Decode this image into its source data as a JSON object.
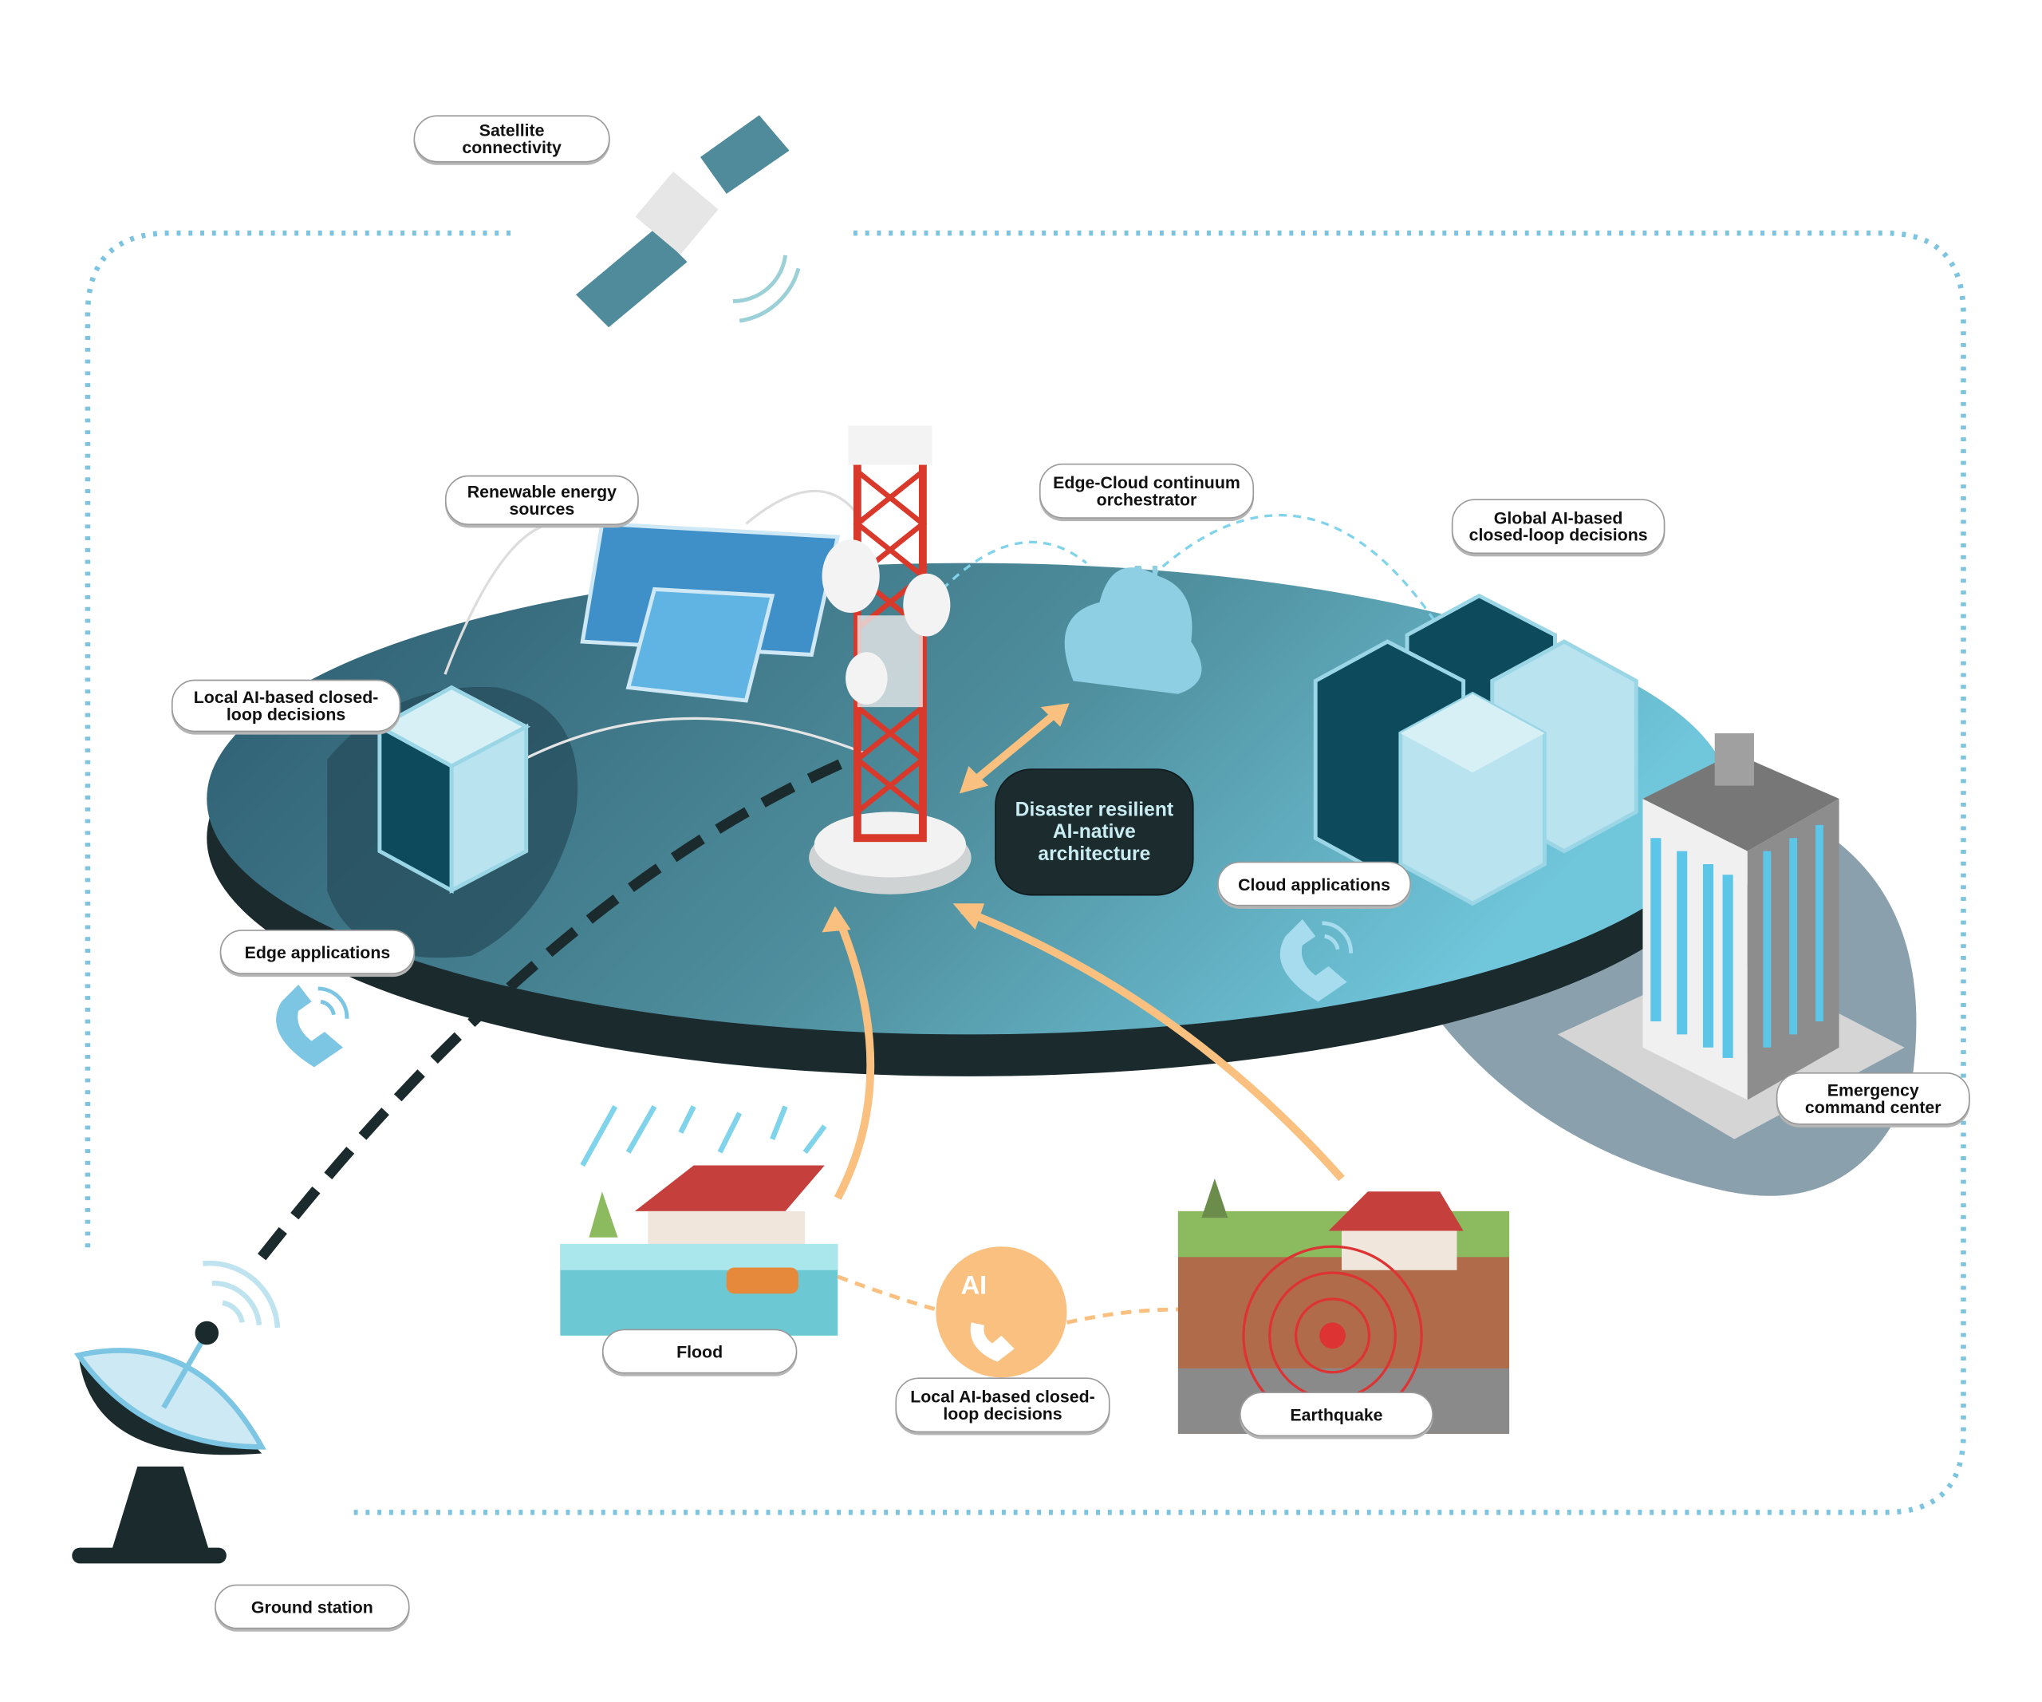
{
  "labels": {
    "satellite": [
      "Satellite",
      "connectivity"
    ],
    "renewable": [
      "Renewable energy",
      "sources"
    ],
    "orchestrator": [
      "Edge-Cloud continuum",
      "orchestrator"
    ],
    "global_ai": [
      "Global AI-based",
      "closed-loop decisions"
    ],
    "local_ai_edge": [
      "Local AI-based closed-",
      "loop decisions"
    ],
    "edge_apps": [
      "Edge applications"
    ],
    "cloud_apps": [
      "Cloud applications"
    ],
    "emergency": [
      "Emergency",
      "command center"
    ],
    "flood": [
      "Flood"
    ],
    "local_ai_disaster": [
      "Local AI-based closed-",
      "loop decisions"
    ],
    "earthquake": [
      "Earthquake"
    ],
    "ground_station": [
      "Ground station"
    ]
  },
  "core": [
    "Disaster resilient",
    "AI-native",
    "architecture"
  ],
  "ai_badge": "AI",
  "colors": {
    "platform_dark": "#2b5a6e",
    "platform_light": "#6cc3d9",
    "rim": "#1b2a2d",
    "arrow": "#f9c07f",
    "dotted": "#7cc4df",
    "tower_red": "#d9392b"
  }
}
